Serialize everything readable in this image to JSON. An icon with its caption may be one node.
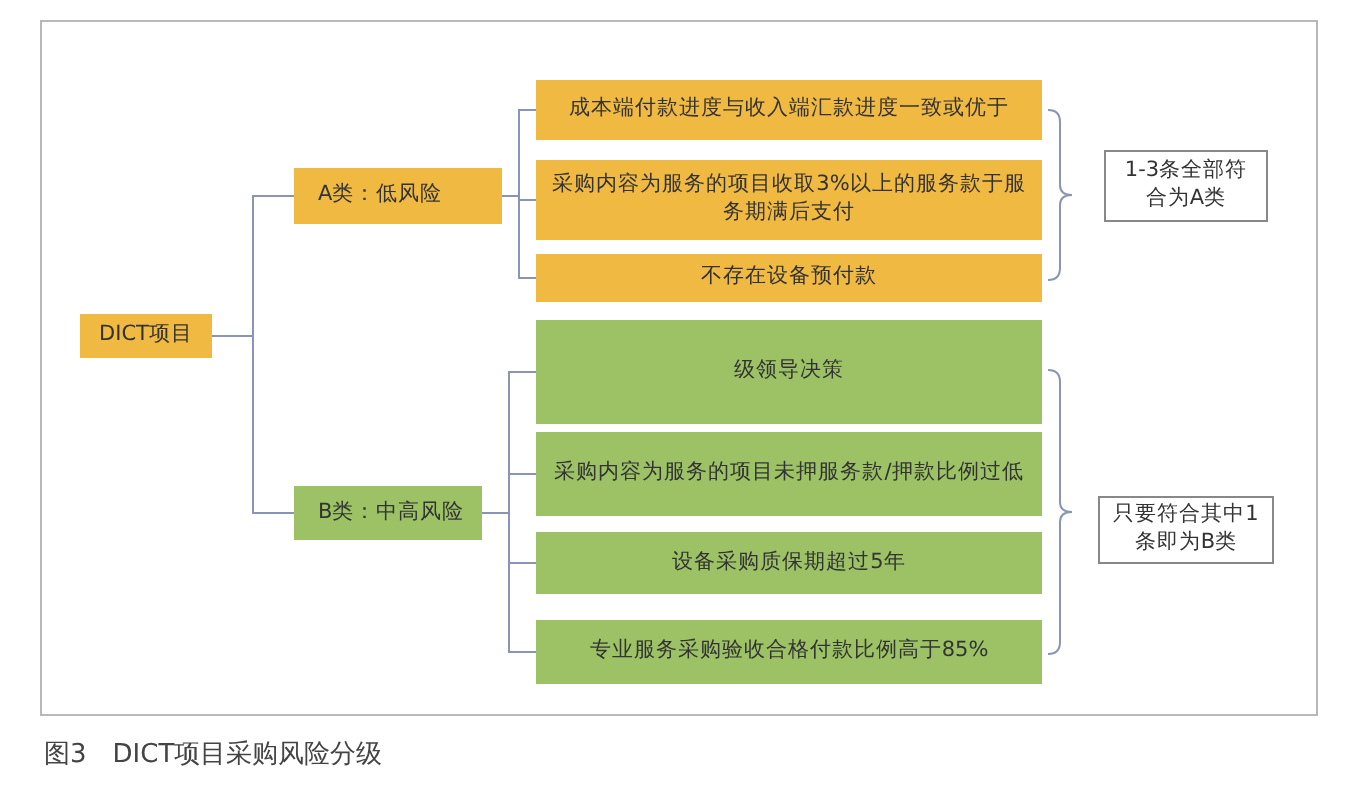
{
  "diagram": {
    "caption": "图3　DICT项目采购风险分级",
    "nodes": [
      {
        "text": [
          "DICT项目"
        ]
      },
      {
        "text": [
          "A类：低风险"
        ]
      },
      {
        "text": [
          "成本端付款进度与收入端汇款进度一致或优于"
        ]
      },
      {
        "text": [
          "采购内容为服务的项目收取3%以上的服务款于服务期满后支付"
        ]
      },
      {
        "text": [
          "不存在设备预付款"
        ]
      },
      {
        "text": [
          "1-3条全部符合为A类"
        ]
      },
      {
        "text": [
          "B类：中高风险"
        ]
      },
      {
        "text": [
          "级领导决策"
        ]
      },
      {
        "text": [
          "采购内容为服务的项目未押服务款/押款比例过低"
        ]
      },
      {
        "text": [
          "设备采购质保期超过5年"
        ]
      },
      {
        "text": [
          "专业服务采购验收合格付款比例高于85%"
        ]
      },
      {
        "text": [
          "只要符合其中1条即为B类"
        ]
      }
    ],
    "edges": [
      {
        "from": 0,
        "to": 1,
        "arrow": "none"
      },
      {
        "from": 0,
        "to": 6,
        "arrow": "none"
      },
      {
        "from": 1,
        "to": 2,
        "arrow": "none"
      },
      {
        "from": 1,
        "to": 3,
        "arrow": "none"
      },
      {
        "from": 1,
        "to": 4,
        "arrow": "none"
      },
      {
        "from": 6,
        "to": 7,
        "arrow": "none"
      },
      {
        "from": 6,
        "to": 8,
        "arrow": "none"
      },
      {
        "from": 6,
        "to": 9,
        "arrow": "none"
      },
      {
        "from": 6,
        "to": 10,
        "arrow": "none"
      }
    ]
  }
}
